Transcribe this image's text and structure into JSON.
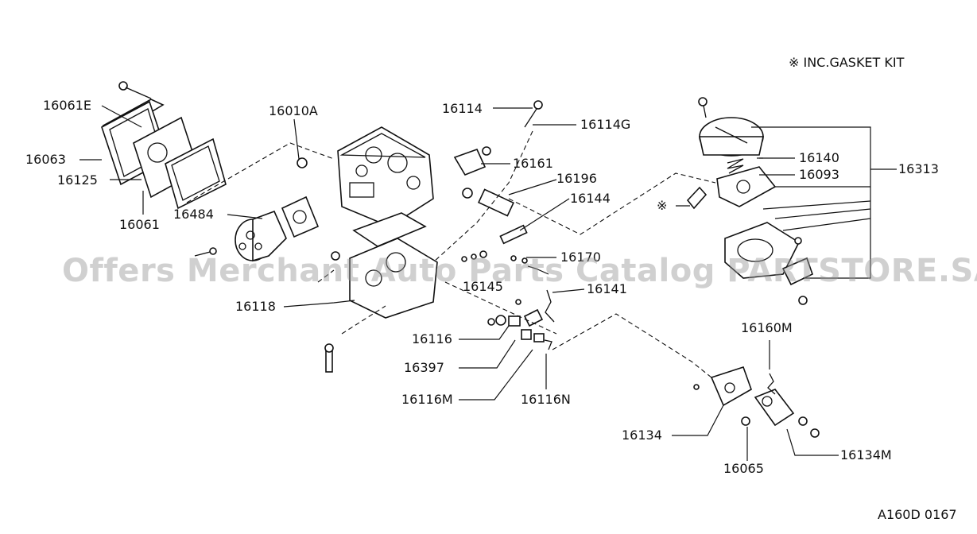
{
  "note": "※ INC.GASKET KIT",
  "watermark": "Offers Merchant Auto Parts Catalog PARTSTORE.SA",
  "diagram_code": "A160D 0167",
  "labels": {
    "l16061E": "16061E",
    "l16063": "16063",
    "l16125": "16125",
    "l16061": "16061",
    "l16010A": "16010A",
    "l16484": "16484",
    "l16114": "16114",
    "l16114G": "16114G",
    "l16161": "16161",
    "l16196": "16196",
    "l16144": "16144",
    "l16140": "16140",
    "l16093": "16093",
    "l16313": "16313",
    "l16170": "16170",
    "l16145": "16145",
    "l16141": "16141",
    "l16118": "16118",
    "l16116": "16116",
    "l16397": "16397",
    "l16116M": "16116M",
    "l16116N": "16116N",
    "l16160M": "16160M",
    "l16134": "16134",
    "l16134M": "16134M",
    "l16065": "16065",
    "asterisk": "※"
  }
}
